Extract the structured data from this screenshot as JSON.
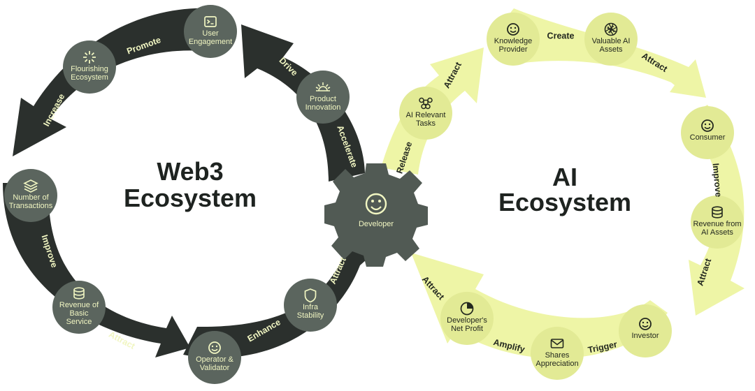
{
  "colors": {
    "web3_ring": "#2b302d",
    "ai_ring": "#eef5a6",
    "web3_node": "#5b655e",
    "ai_node": "#e2ea95",
    "web3_text": "#f1f6c2",
    "ai_text": "#23281f",
    "gear": "#515a54"
  },
  "web3": {
    "title_line1": "Web3",
    "title_line2": "Ecosystem",
    "nodes": [
      {
        "id": "user-engagement",
        "icon": "terminal-icon",
        "lines": [
          "User",
          "Engagement"
        ]
      },
      {
        "id": "flourishing-ecosystem",
        "icon": "sparkle-icon",
        "lines": [
          "Flourishing",
          "Ecosystem"
        ]
      },
      {
        "id": "product-innovation",
        "icon": "sunrise-icon",
        "lines": [
          "Product",
          "Innovation"
        ]
      },
      {
        "id": "number-of-transactions",
        "icon": "layers-icon",
        "lines": [
          "Number of",
          "Transactions"
        ]
      },
      {
        "id": "revenue-of-basic-service",
        "icon": "database-icon",
        "lines": [
          "Revenue of",
          "Basic",
          "Service"
        ]
      },
      {
        "id": "operator-validator",
        "icon": "smiley-icon",
        "lines": [
          "Operator &",
          "Validator"
        ]
      },
      {
        "id": "infra-stability",
        "icon": "shield-icon",
        "lines": [
          "Infra",
          "Stability"
        ]
      }
    ],
    "arc_labels": [
      "Promote",
      "Increase",
      "Improve",
      "Attract",
      "Enhance",
      "Attract",
      "Accelerate",
      "Drive"
    ]
  },
  "developer": {
    "label": "Developer",
    "icon": "smiley-icon"
  },
  "ai": {
    "title_line1": "AI",
    "title_line2": "Ecosystem",
    "nodes": [
      {
        "id": "knowledge-provider",
        "icon": "smiley-icon",
        "lines": [
          "Knowledge",
          "Provider"
        ]
      },
      {
        "id": "valuable-ai-assets",
        "icon": "aperture-icon",
        "lines": [
          "Valuable AI",
          "Assets"
        ]
      },
      {
        "id": "ai-relevant-tasks",
        "icon": "command-icon",
        "lines": [
          "AI Relevant",
          "Tasks"
        ]
      },
      {
        "id": "consumer",
        "icon": "smiley-icon",
        "lines": [
          "Consumer"
        ]
      },
      {
        "id": "revenue-from-ai-assets",
        "icon": "database-icon",
        "lines": [
          "Revenue from",
          "AI Assets"
        ]
      },
      {
        "id": "investor",
        "icon": "smiley-icon",
        "lines": [
          "Investor"
        ]
      },
      {
        "id": "shares-appreciation",
        "icon": "mail-icon",
        "lines": [
          "Shares",
          "Appreciation"
        ]
      },
      {
        "id": "developers-net-profit",
        "icon": "pie-icon",
        "lines": [
          "Developer's",
          "Net Profit"
        ]
      }
    ],
    "arc_labels": [
      "Create",
      "Attract",
      "Improve",
      "Attract",
      "Trigger",
      "Amplify",
      "Attract",
      "Release",
      "Attract"
    ]
  }
}
